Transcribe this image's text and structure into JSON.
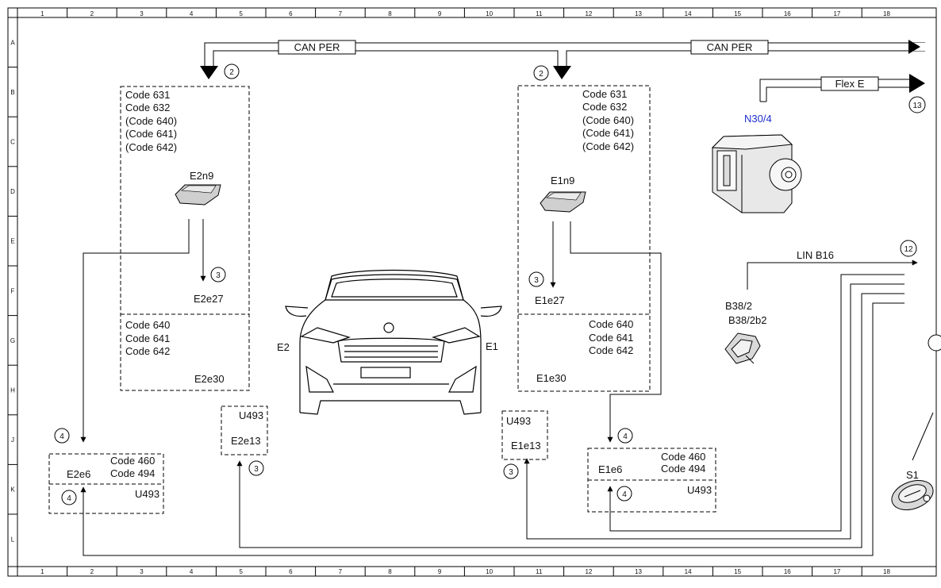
{
  "grid": {
    "columns": [
      "1",
      "2",
      "3",
      "4",
      "5",
      "6",
      "7",
      "8",
      "9",
      "10",
      "11",
      "12",
      "13",
      "14",
      "15",
      "16",
      "17",
      "18"
    ],
    "rows": [
      "A",
      "B",
      "C",
      "D",
      "E",
      "F",
      "G",
      "H",
      "J",
      "K",
      "L"
    ]
  },
  "buses": {
    "can_per_left": "CAN PER",
    "can_per_right": "CAN PER",
    "flex_e": "Flex E",
    "lin": "LIN B16"
  },
  "left_module": {
    "codes_top": [
      "Code 631",
      "Code 632",
      "(Code 640)",
      "(Code 641)",
      "(Code 642)"
    ],
    "unit": "E2n9",
    "lamp": "E2e27",
    "codes_bottom": [
      "Code 640",
      "Code 641",
      "Code 642"
    ],
    "lower_unit": "E2e30",
    "ref_bus": "2",
    "ref_lamp": "3"
  },
  "right_module": {
    "codes_top": [
      "Code 631",
      "Code 632",
      "(Code 640)",
      "(Code 641)",
      "(Code 642)"
    ],
    "unit": "E1n9",
    "lamp": "E1e27",
    "codes_bottom": [
      "Code 640",
      "Code 641",
      "Code 642"
    ],
    "lower_unit": "E1e30",
    "ref_bus": "2",
    "ref_lamp": "3"
  },
  "car": {
    "left": "E2",
    "right": "E1"
  },
  "left_u493": {
    "code": "U493",
    "unit": "E2e13",
    "ref": "3"
  },
  "right_u493": {
    "code": "U493",
    "unit": "E1e13",
    "ref": "3"
  },
  "left_e6": {
    "codes": [
      "Code 460",
      "Code 494"
    ],
    "unit": "E2e6",
    "code_u": "U493",
    "ref_top": "4",
    "ref_bottom": "4"
  },
  "right_e6": {
    "codes": [
      "Code 460",
      "Code 494"
    ],
    "unit": "E1e6",
    "code_u": "U493",
    "ref_top": "4",
    "ref_bottom": "4"
  },
  "n30": {
    "label": "N30/4",
    "ref": "13",
    "color": "#1f2fd1"
  },
  "b38": {
    "label1": "B38/2",
    "label2": "B38/2b2",
    "ref": "12"
  },
  "s1": {
    "label": "S1"
  }
}
